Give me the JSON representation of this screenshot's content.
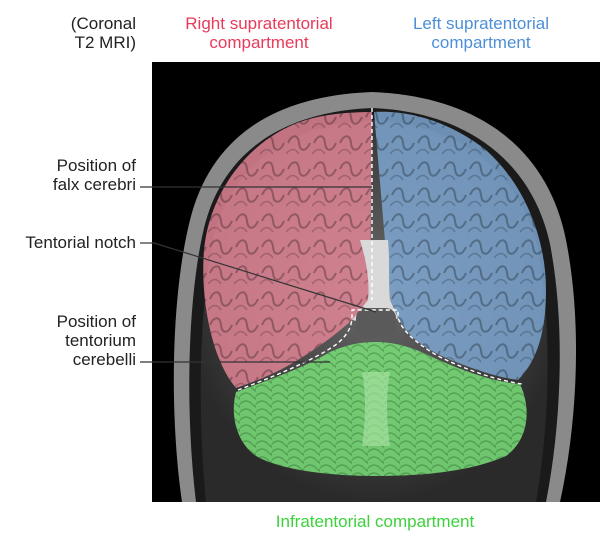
{
  "colors": {
    "right_region": "#e8889a",
    "left_region": "#7fa9d6",
    "infra_region": "#7be07a",
    "pink_text": "#e83a5a",
    "blue_text": "#4c8fd6",
    "green_text": "#3bd23b"
  },
  "header": {
    "note_line1": "(Coronal",
    "note_line2": "T2 MRI)"
  },
  "compartments": {
    "right": {
      "line1": "Right supratentorial",
      "line2": "compartment"
    },
    "left": {
      "line1": "Left supratentorial",
      "line2": "compartment"
    },
    "infra": {
      "label": "Infratentorial compartment"
    }
  },
  "callouts": {
    "falx": {
      "line1": "Position of",
      "line2": "falx cerebri"
    },
    "notch": {
      "label": "Tentorial notch"
    },
    "tentorium": {
      "line1": "Position of",
      "line2": "tentorium",
      "line3": "cerebelli"
    }
  }
}
